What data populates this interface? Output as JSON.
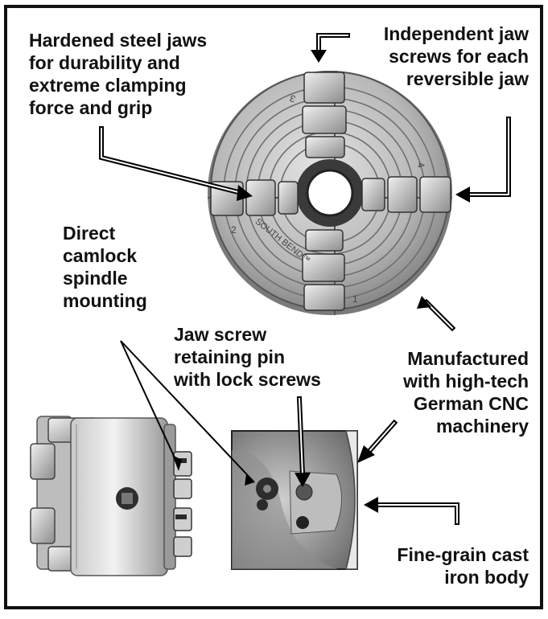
{
  "callouts": {
    "hardened_jaws": "Hardened steel jaws\nfor durability and\nextreme clamping\nforce and grip",
    "independent_screws": "Independent jaw\nscrews for each\nreversible jaw",
    "camlock": "Direct\ncamlock\nspindle\nmounting",
    "retaining_pin": "Jaw screw\nretaining pin\nwith lock screws",
    "cnc": "Manufactured\nwith high-tech\nGerman CNC\nmachinery",
    "cast_iron": "Fine-grain cast\niron body"
  },
  "chuck_face": {
    "brand_engraving": "SOUTH BEND™",
    "jaw_numbers": [
      "1",
      "2",
      "3",
      "4"
    ]
  },
  "colors": {
    "frame": "#111111",
    "metal_light": "#d9d9d9",
    "metal_mid": "#a8a8a8",
    "metal_dark": "#555555"
  }
}
